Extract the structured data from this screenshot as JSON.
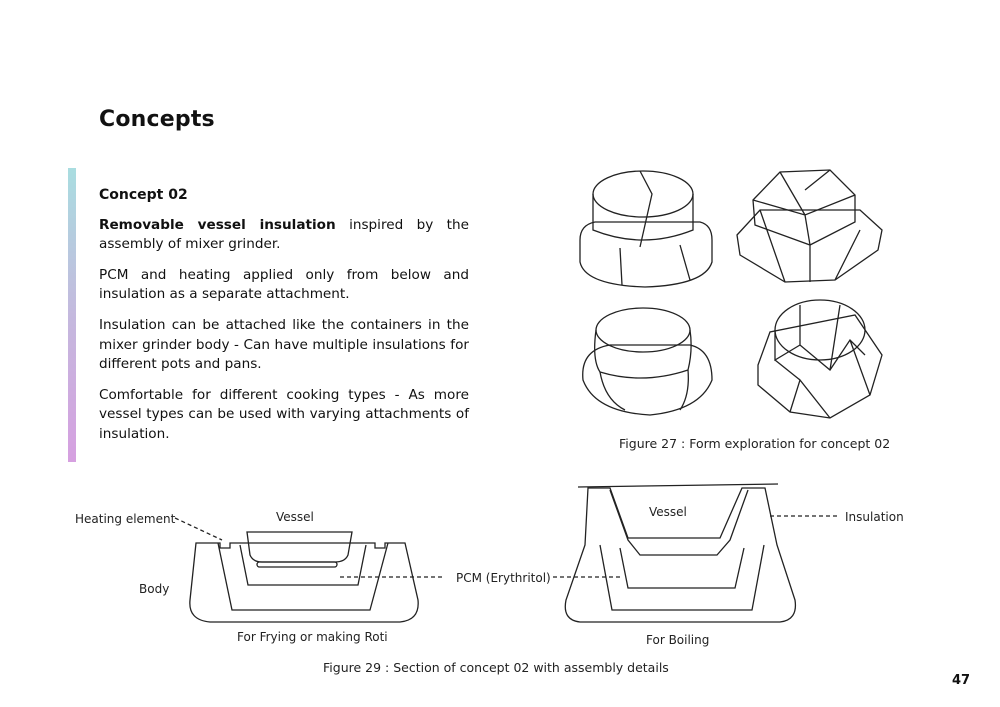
{
  "page": {
    "title": "Concepts",
    "number": "47"
  },
  "concept": {
    "heading": "Concept 02",
    "p1_bold": "Removable vessel insulation",
    "p1_rest": " inspired by the assembly of mixer grinder.",
    "p2": "PCM and heating applied only from below and insulation as a separate attachment.",
    "p3": "Insulation can be attached like the containers in the mixer grinder body - Can have multiple insulations for different pots and pans.",
    "p4": "Comfortable for different cooking types - As more vessel types can be used with varying attachments of insulation."
  },
  "figure27": {
    "caption": "Figure 27 : Form exploration for concept 02"
  },
  "figure29": {
    "caption": "Figure 29 : Section of concept 02 with assembly details",
    "labels": {
      "heating_element": "Heating element",
      "vessel_left": "Vessel",
      "body": "Body",
      "pcm": "PCM (Erythritol)",
      "vessel_right": "Vessel",
      "insulation": "Insulation",
      "left_caption": "For Frying or making Roti",
      "right_caption": "For Boiling"
    }
  },
  "colors": {
    "bar_top": "#a9dde0",
    "bar_bottom": "#d6a0e0"
  }
}
